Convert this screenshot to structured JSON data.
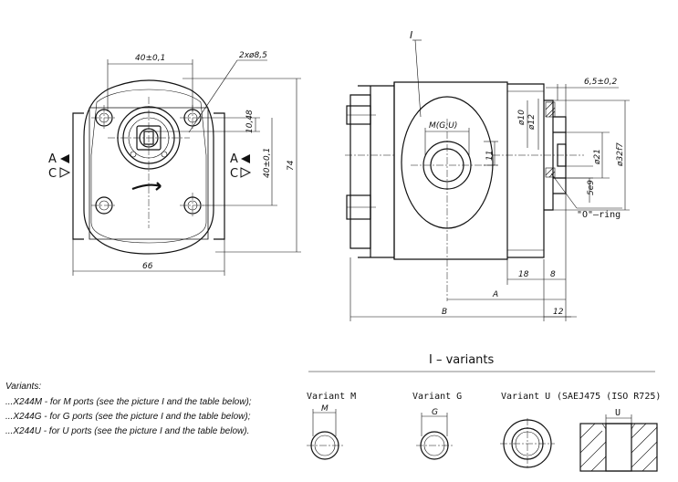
{
  "front_view": {
    "dim_width_top": "40±0,1",
    "dim_holes": "2xø8,5",
    "dim_offset": "10,48",
    "dim_vertical": "40±0,1",
    "dim_height": "74",
    "dim_width_bottom": "66",
    "port_a_left": "A",
    "port_c_left": "C",
    "port_a_right": "A",
    "port_c_right": "C"
  },
  "side_view": {
    "detail_label": "I",
    "port_label": "M(G;U)",
    "dim_11": "11",
    "dim_10": "ø10",
    "dim_12": "ø12",
    "dim_shaft_top": "6,5±0,2",
    "dim_21": "ø21",
    "dim_3217": "ø32f7",
    "dim_key": "5e9",
    "oring_label": "\"O\"–ring",
    "dim_18": "18",
    "dim_8": "8",
    "dim_A": "A",
    "dim_B": "B",
    "dim_12b": "12"
  },
  "variants_notes": {
    "heading": "Variants:",
    "lines": [
      "...X244M  - for M ports (see the picture I and the table below);",
      "...X244G  - for G ports (see the picture I and the table below);",
      "...X244U  - for U ports (see the picture I and the table below)."
    ]
  },
  "variants_detail": {
    "title": "I  –  variants",
    "variant_m": "Variant M",
    "variant_m_dim": "M",
    "variant_g": "Variant G",
    "variant_g_dim": "G",
    "variant_u": "Variant U",
    "variant_u_std": "(SAEJ475 (ISO R725)",
    "variant_u_dim": "U"
  },
  "icons": [
    "arrow-left-filled-icon",
    "arrow-right-outline-icon",
    "rotation-arrow-icon"
  ]
}
